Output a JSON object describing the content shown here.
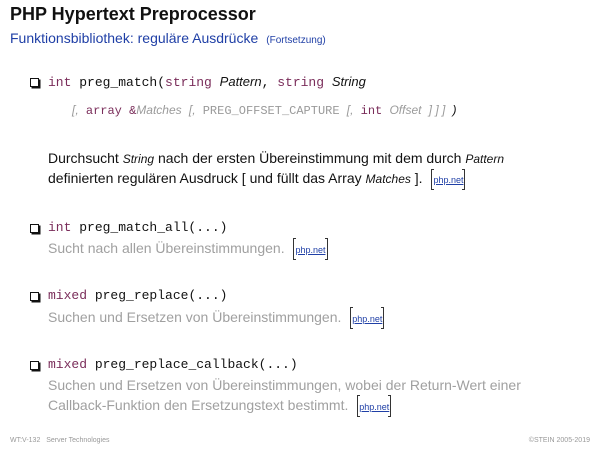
{
  "header": {
    "title": "PHP Hypertext Preprocessor",
    "subtitle": "Funktionsbibliothek: reguläre Ausdrücke",
    "subtitle_note": "(Fortsetzung)"
  },
  "item1": {
    "kw_int": "int",
    "func": "preg_match(",
    "kw_string1": "string",
    "param_pattern": "Pattern",
    "comma1": ",",
    "kw_string2": "string",
    "param_string": "String",
    "opt_open1": "[,",
    "kw_array": "array",
    "amp": "&",
    "param_matches": "Matches",
    "opt_open2": "[,",
    "const": "PREG_OFFSET_CAPTURE",
    "opt_open3": "[,",
    "kw_int2": "int",
    "param_offset": "Offset",
    "opt_close": "] ] ]",
    "paren_close": ")",
    "desc": {
      "t1": "Durchsucht",
      "i1": "String",
      "t2": "nach der ersten Übereinstimmung mit dem durch",
      "i2": "Pattern",
      "t3": "definierten regulären Ausdruck [ und füllt das Array",
      "i3": "Matches",
      "t4": "].",
      "link": "php.net"
    }
  },
  "item2": {
    "kw": "int",
    "func": "preg_match_all(...)",
    "desc": "Sucht nach allen Übereinstimmungen.",
    "link": "php.net"
  },
  "item3": {
    "kw": "mixed",
    "func": "preg_replace(...)",
    "desc": "Suchen und Ersetzen von Übereinstimmungen.",
    "link": "php.net"
  },
  "item4": {
    "kw": "mixed",
    "func": "preg_replace_callback(...)",
    "desc_line1": "Suchen und Ersetzen von Übereinstimmungen, wobei der Return-Wert einer",
    "desc_line2": "Callback-Funktion den Ersetzungstext bestimmt.",
    "link": "php.net"
  },
  "footer": {
    "left": "WT:V-132",
    "left2": "Server Technologies",
    "right": "©STEIN 2005-2019"
  }
}
